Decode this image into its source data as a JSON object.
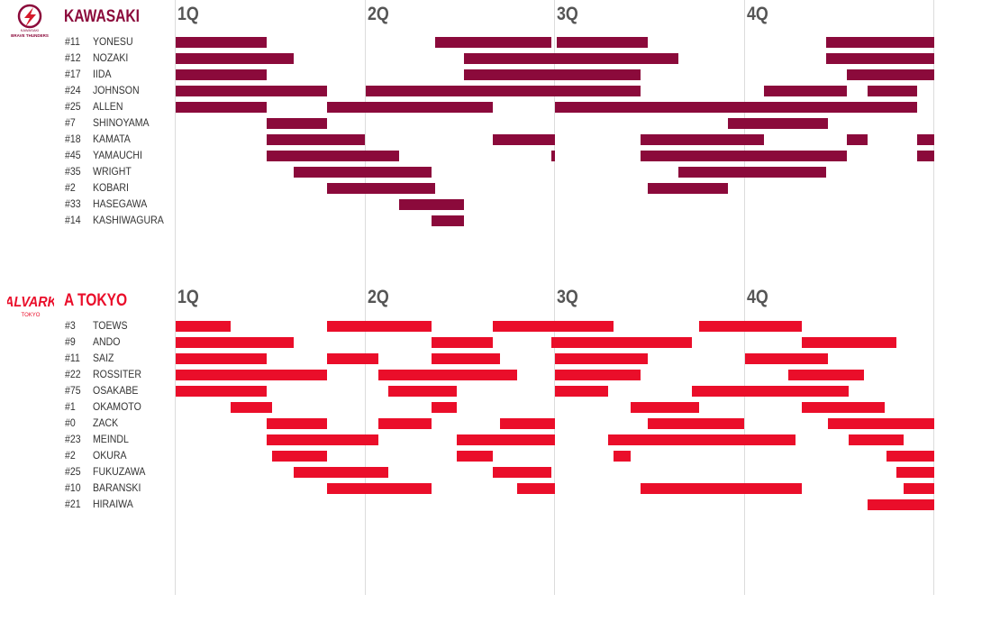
{
  "quarters": [
    "1Q",
    "2Q",
    "3Q",
    "4Q"
  ],
  "colors": {
    "kawasaki": "#8b0a3b",
    "tokyo": "#ea0e2a",
    "quarter_line": "#dcdcdc"
  },
  "chart_data": {
    "type": "bar",
    "subtype": "playing-time-timeline",
    "x_unit": "game minutes (4 quarters x 10 min)",
    "xlim": [
      0,
      40
    ],
    "teams": [
      {
        "name": "KAWASAKI",
        "logo_text": [
          "KAWASAKI",
          "BRAVE THUNDERS"
        ],
        "players": [
          {
            "number": "#11",
            "name": "YONESU",
            "stints": [
              [
                0,
                4.8
              ],
              [
                13.7,
                19.8
              ],
              [
                20.1,
                24.9
              ],
              [
                34.3,
                40
              ]
            ]
          },
          {
            "number": "#12",
            "name": "NOZAKI",
            "stints": [
              [
                0,
                6.2
              ],
              [
                15.2,
                26.5
              ],
              [
                34.3,
                40
              ]
            ]
          },
          {
            "number": "#17",
            "name": "IIDA",
            "stints": [
              [
                0,
                4.8
              ],
              [
                15.2,
                24.5
              ],
              [
                35.4,
                40
              ]
            ]
          },
          {
            "number": "#24",
            "name": "JOHNSON",
            "stints": [
              [
                0,
                8.0
              ],
              [
                10.0,
                24.5
              ],
              [
                31.0,
                35.4
              ],
              [
                36.5,
                39.1
              ]
            ]
          },
          {
            "number": "#25",
            "name": "ALLEN",
            "stints": [
              [
                0,
                4.8
              ],
              [
                8.0,
                16.7
              ],
              [
                20.0,
                39.1
              ]
            ]
          },
          {
            "number": "#7",
            "name": "SHINOYAMA",
            "stints": [
              [
                4.8,
                8.0
              ],
              [
                29.1,
                34.4
              ]
            ]
          },
          {
            "number": "#18",
            "name": "KAMATA",
            "stints": [
              [
                4.8,
                10.0
              ],
              [
                16.7,
                20.0
              ],
              [
                24.5,
                31.0
              ],
              [
                35.4,
                36.5
              ],
              [
                39.1,
                40
              ]
            ]
          },
          {
            "number": "#45",
            "name": "YAMAUCHI",
            "stints": [
              [
                4.8,
                11.8
              ],
              [
                19.8,
                20.0
              ],
              [
                24.5,
                35.4
              ],
              [
                39.1,
                40
              ]
            ]
          },
          {
            "number": "#35",
            "name": "WRIGHT",
            "stints": [
              [
                6.2,
                13.5
              ],
              [
                26.5,
                34.3
              ]
            ]
          },
          {
            "number": "#2",
            "name": "KOBARI",
            "stints": [
              [
                8.0,
                13.7
              ],
              [
                24.9,
                29.1
              ]
            ]
          },
          {
            "number": "#33",
            "name": "HASEGAWA",
            "stints": [
              [
                11.8,
                15.2
              ]
            ]
          },
          {
            "number": "#14",
            "name": "KASHIWAGURA",
            "stints": [
              [
                13.5,
                15.2
              ]
            ]
          }
        ]
      },
      {
        "name": "A TOKYO",
        "logo_text": [
          "ALVARK",
          "TOKYO"
        ],
        "players": [
          {
            "number": "#3",
            "name": "TOEWS",
            "stints": [
              [
                0,
                2.9
              ],
              [
                8.0,
                13.5
              ],
              [
                16.7,
                23.1
              ],
              [
                27.6,
                33.0
              ]
            ]
          },
          {
            "number": "#9",
            "name": "ANDO",
            "stints": [
              [
                0,
                6.2
              ],
              [
                13.5,
                16.7
              ],
              [
                19.8,
                27.2
              ],
              [
                33.0,
                38.0
              ]
            ]
          },
          {
            "number": "#11",
            "name": "SAIZ",
            "stints": [
              [
                0,
                4.8
              ],
              [
                8.0,
                10.7
              ],
              [
                13.5,
                17.1
              ],
              [
                20.0,
                24.9
              ],
              [
                30.0,
                34.4
              ]
            ]
          },
          {
            "number": "#22",
            "name": "ROSSITER",
            "stints": [
              [
                0,
                8.0
              ],
              [
                10.7,
                18.0
              ],
              [
                20.0,
                24.5
              ],
              [
                32.3,
                36.3
              ]
            ]
          },
          {
            "number": "#75",
            "name": "OSAKABE",
            "stints": [
              [
                0,
                4.8
              ],
              [
                11.2,
                14.8
              ],
              [
                20.0,
                22.8
              ],
              [
                27.2,
                35.5
              ]
            ]
          },
          {
            "number": "#1",
            "name": "OKAMOTO",
            "stints": [
              [
                2.9,
                5.1
              ],
              [
                13.5,
                14.8
              ],
              [
                24.0,
                27.6
              ],
              [
                33.0,
                37.4
              ]
            ]
          },
          {
            "number": "#0",
            "name": "ZACK",
            "stints": [
              [
                4.8,
                8.0
              ],
              [
                10.7,
                13.5
              ],
              [
                17.1,
                20.0
              ],
              [
                24.9,
                30.0
              ],
              [
                34.4,
                40
              ]
            ]
          },
          {
            "number": "#23",
            "name": "MEINDL",
            "stints": [
              [
                4.8,
                10.7
              ],
              [
                14.8,
                20.0
              ],
              [
                22.8,
                32.7
              ],
              [
                35.5,
                38.4
              ]
            ]
          },
          {
            "number": "#2",
            "name": "OKURA",
            "stints": [
              [
                5.1,
                8.0
              ],
              [
                14.8,
                16.7
              ],
              [
                23.1,
                24.0
              ],
              [
                37.5,
                40
              ]
            ]
          },
          {
            "number": "#25",
            "name": "FUKUZAWA",
            "stints": [
              [
                6.2,
                11.2
              ],
              [
                16.7,
                19.8
              ],
              [
                38.0,
                40
              ]
            ]
          },
          {
            "number": "#10",
            "name": "BARANSKI",
            "stints": [
              [
                8.0,
                13.5
              ],
              [
                18.0,
                20.0
              ],
              [
                24.5,
                33.0
              ],
              [
                38.4,
                40
              ]
            ]
          },
          {
            "number": "#21",
            "name": "HIRAIWA",
            "stints": [
              [
                36.5,
                40
              ]
            ]
          }
        ]
      }
    ]
  }
}
